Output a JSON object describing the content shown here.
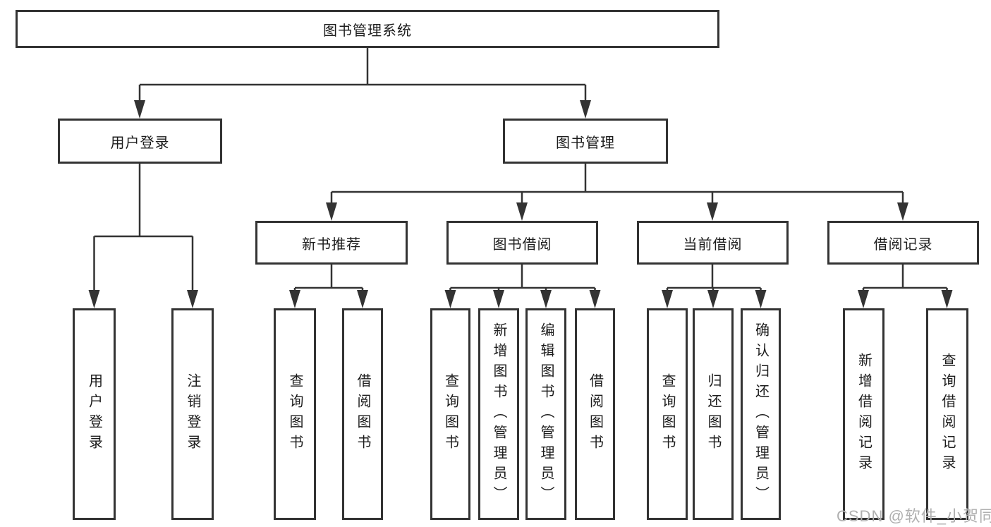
{
  "colors": {
    "line": "#333333",
    "box_border": "#333333",
    "box_fill": "#ffffff",
    "text": "#1c1c1c",
    "watermark_text_color": "#b0b0b0"
  },
  "diagram": {
    "root": {
      "label": "图书管理系统"
    },
    "branches": {
      "user_login": {
        "label": "用户登录",
        "children": [
          "用户登录",
          "注销登录"
        ]
      },
      "book_management": {
        "label": "图书管理",
        "children": {
          "new_book_recommend": {
            "label": "新书推荐",
            "children": [
              "查询图书",
              "借阅图书"
            ]
          },
          "book_borrow": {
            "label": "图书借阅",
            "children": [
              "查询图书",
              "新增图书（管理员）",
              "编辑图书（管理员）",
              "借阅图书"
            ]
          },
          "current_borrow": {
            "label": "当前借阅",
            "children": [
              "查询图书",
              "归还图书",
              "确认归还（管理员）"
            ]
          },
          "borrow_records": {
            "label": "借阅记录",
            "children": [
              "新增借阅记录",
              "查询借阅记录"
            ]
          }
        }
      }
    },
    "watermark": "CSDN @软件_小贺同学"
  }
}
